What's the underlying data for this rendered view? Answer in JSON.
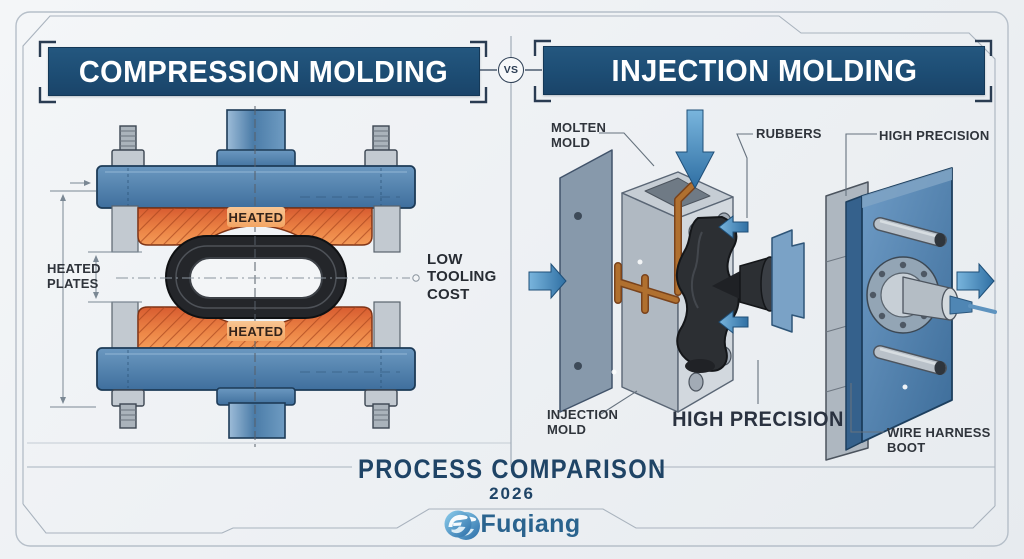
{
  "header": {
    "left_title": "COMPRESSION MOLDING",
    "vs_label": "VS",
    "right_title": "INJECTION MOLDING"
  },
  "compression": {
    "heated_top": "HEATED",
    "heated_bottom": "HEATED",
    "heated_plates": "HEATED PLATES",
    "low_tooling_cost": "LOW TOOLING COST"
  },
  "injection": {
    "molten_mold": "MOLTEN MOLD",
    "rubbers": "RUBBERS",
    "high_precision_top": "HIGH PRECISION",
    "injection_mold": "INJECTION MOLD",
    "high_precision_main": "HIGH PRECISION",
    "wire_harness_boot": "WIRE HARNESS BOOT"
  },
  "footer": {
    "title": "PROCESS COMPARISON",
    "year": "2026",
    "brand": "Fuqiang"
  },
  "colors": {
    "banner_navy": "#1d4d74",
    "steel_blue": "#4d82b2",
    "heater_orange": "#e8753c",
    "copper": "#b0702f",
    "arrow_blue": "#3e86ba",
    "title_navy": "#1f4466",
    "brand_blue": "#2a638e"
  }
}
